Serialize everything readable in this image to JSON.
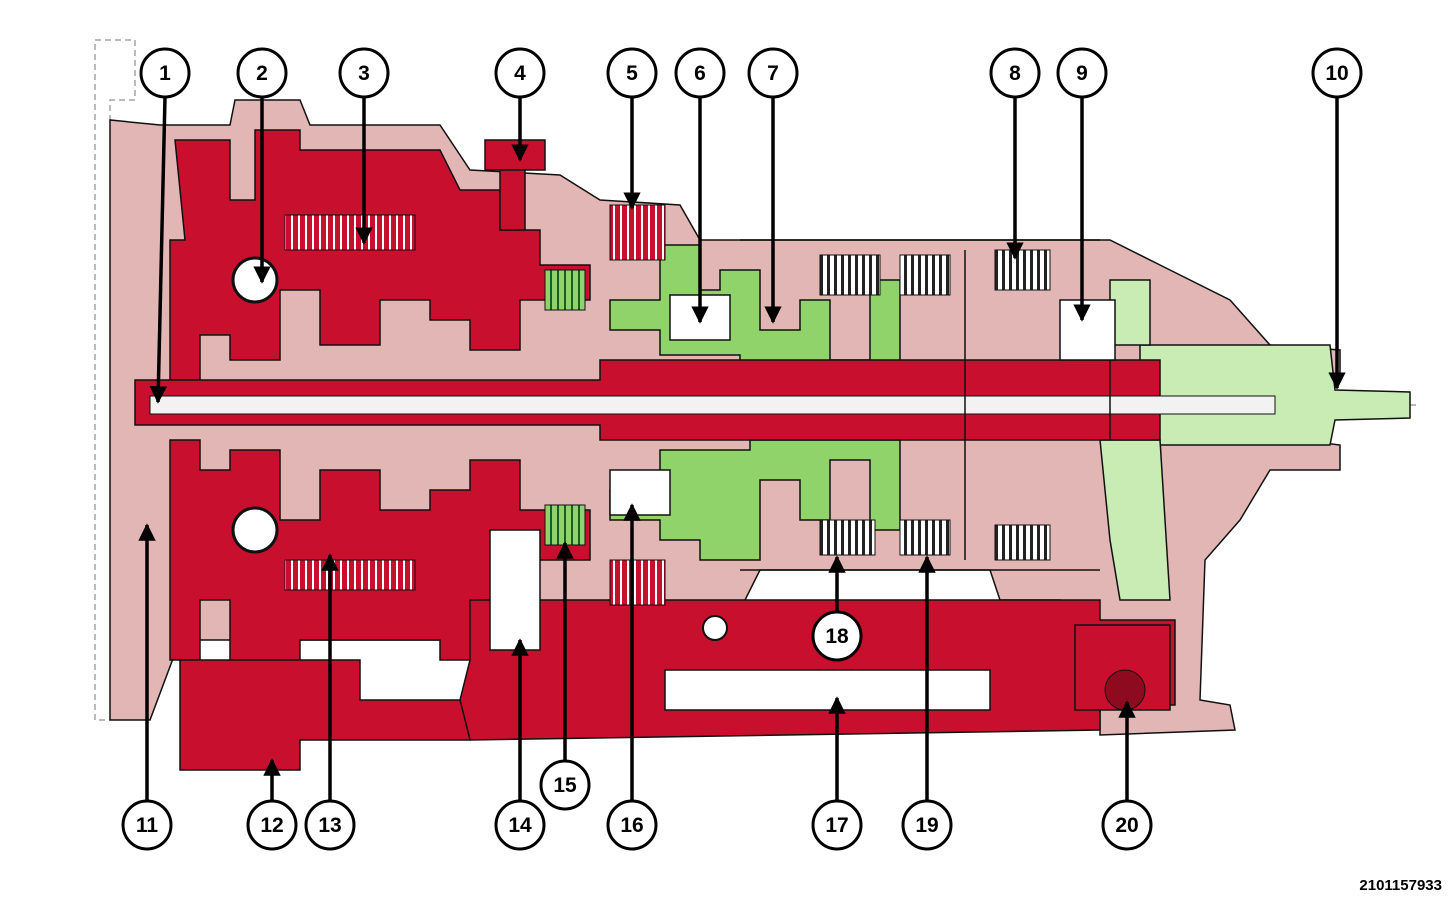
{
  "diagram": {
    "image_id": "2101157933",
    "palette": {
      "hydraulic": "#c8102e",
      "housing": "#e3b6b6",
      "output": "#8fd36a",
      "output_light": "#c9ecb5",
      "outline": "#111111"
    },
    "callouts": [
      {
        "label": "1"
      },
      {
        "label": "2"
      },
      {
        "label": "3"
      },
      {
        "label": "4"
      },
      {
        "label": "5"
      },
      {
        "label": "6"
      },
      {
        "label": "7"
      },
      {
        "label": "8"
      },
      {
        "label": "9"
      },
      {
        "label": "10"
      },
      {
        "label": "11"
      },
      {
        "label": "12"
      },
      {
        "label": "13"
      },
      {
        "label": "14"
      },
      {
        "label": "15"
      },
      {
        "label": "16"
      },
      {
        "label": "17"
      },
      {
        "label": "18"
      },
      {
        "label": "19"
      },
      {
        "label": "20"
      }
    ]
  }
}
